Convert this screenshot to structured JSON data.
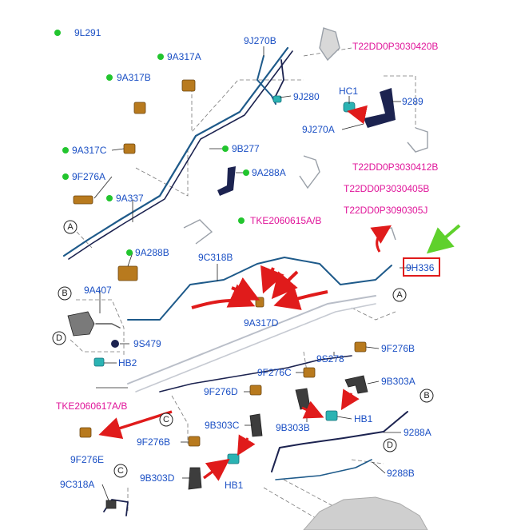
{
  "legend": {
    "dot_color": "#22c52e",
    "label": "9L291"
  },
  "colors": {
    "part_label": "#1a4fc4",
    "ref_label": "#e0159a",
    "arrow": "#e01b1b",
    "highlight_box": "#e01b1b",
    "green_arrow": "#5fd12c",
    "line_blue": "#1e5a8a",
    "line_navy": "#1c2350",
    "bracket": "#b87a1e",
    "clip_teal": "#2bb3b3"
  },
  "refs": {
    "r1": "T22DD0P3030420B",
    "r2": "T22DD0P3030412B",
    "r3": "T22DD0P3030405B",
    "r4": "T22DD0P3090305J",
    "r5": "TKE2060615A/B",
    "r6": "TKE2060617A/B"
  },
  "parts": {
    "p9J270B": "9J270B",
    "p9A317A": "9A317A",
    "p9A317B": "9A317B",
    "p9J280": "9J280",
    "pHC1": "HC1",
    "p9289": "9289",
    "p9J270A": "9J270A",
    "p9A317C": "9A317C",
    "p9B277": "9B277",
    "p9F276A": "9F276A",
    "p9A288A": "9A288A",
    "p9A337": "9A337",
    "p9A288B": "9A288B",
    "p9C318B": "9C318B",
    "p9H336": "9H336",
    "p9A407": "9A407",
    "p9A317D": "9A317D",
    "p9S479": "9S479",
    "pHB2": "HB2",
    "p9S278": "9S278",
    "p9F276B_r": "9F276B",
    "p9F276C": "9F276C",
    "p9B303A": "9B303A",
    "p9F276D": "9F276D",
    "pHB1_r": "HB1",
    "p9B303C": "9B303C",
    "p9B303B": "9B303B",
    "p9288A": "9288A",
    "p9F276E": "9F276E",
    "p9F276B_l": "9F276B",
    "p9288B": "9288B",
    "p9B303D": "9B303D",
    "pHB1_l": "HB1",
    "p9C318A": "9C318A"
  },
  "callouts": {
    "A": "A",
    "B": "B",
    "C": "C",
    "D": "D"
  }
}
